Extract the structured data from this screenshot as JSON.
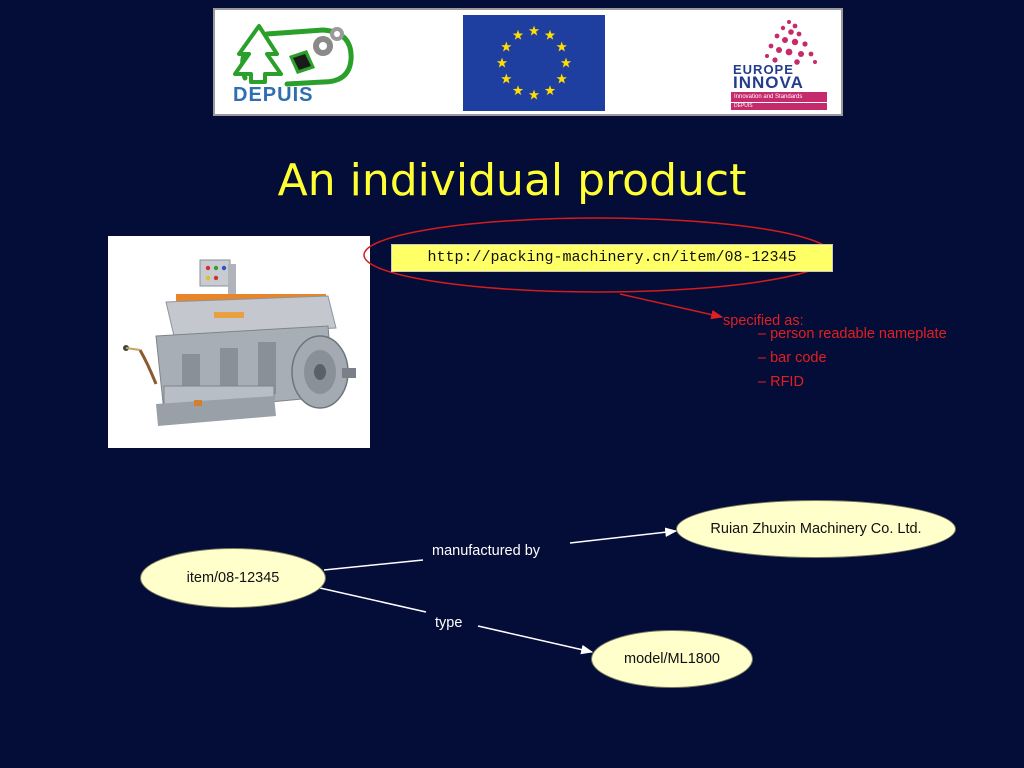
{
  "header": {
    "depuis_logo_text": "DEPUIS",
    "innova_top_text": "EUROPE",
    "innova_main_text": "INNOVA",
    "innova_band_text": "Innovation and Standards",
    "innova_sub_text": "DEPUIS"
  },
  "title": "An individual product",
  "url": "http://packing-machinery.cn/item/08-12345",
  "specification": {
    "heading": "specified as:",
    "items": [
      "– person readable nameplate",
      "– bar code",
      "– RFID"
    ]
  },
  "graph": {
    "nodes": {
      "item": "item/08-12345",
      "manufacturer": "Ruian Zhuxin Machinery Co. Ltd.",
      "model": "model/ML1800"
    },
    "edges": {
      "manufactured_by": "manufactured by",
      "type": "type"
    }
  },
  "colors": {
    "background": "#040c38",
    "title": "#ffff33",
    "url_fill": "#ffff66",
    "highlight": "#e02020",
    "node_fill": "#ffffcc",
    "eu_blue": "#1f3fa0",
    "eu_star": "#ffdd00"
  }
}
